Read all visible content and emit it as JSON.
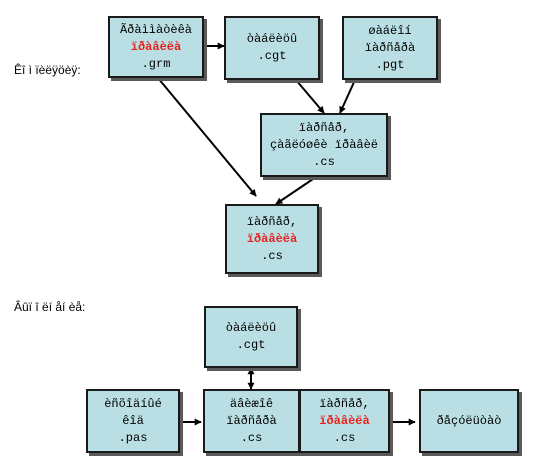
{
  "colors": {
    "box_fill": "#b9dfe4",
    "box_border": "#1a1a1a",
    "shadow": "#5a5a5a",
    "highlight": "#e8231f",
    "arrow": "#000000"
  },
  "sections": {
    "compile_label": "Êî ì ïèëÿöèÿ:",
    "runtime_label": "Âûï î ëí åí èå:"
  },
  "compile": {
    "grammar_file": {
      "line1": "Ãðàììàòèêà",
      "line2": "ïðàâèëà",
      "line3": ".grm"
    },
    "tables_cgt": {
      "line1": "òàáëèöû",
      "line2": ".cgt"
    },
    "template_pgt": {
      "line1": "øàáëîí",
      "line2": "ïàðñåðà",
      "line3": ".pgt"
    },
    "parser_callbacks": {
      "line1": "ïàðñåð,",
      "line2": "çàãëóøêè ïðàâèë",
      "line3": ".cs"
    },
    "parser_rules": {
      "line1": "ïàðñåð,",
      "line2": "ïðàâèëà",
      "line3": ".cs"
    }
  },
  "runtime": {
    "tables_cgt": {
      "line1": "òàáëèöû",
      "line2": ".cgt"
    },
    "source_pas": {
      "line1": "èñõîäíûé",
      "line2": "êîä",
      "line3": ".pas"
    },
    "parser_engine": {
      "line1": "äâèæîê",
      "line2": "ïàðñåðà",
      "line3": ".cs"
    },
    "parser_rules": {
      "line1": "ïàðñåð,",
      "line2": "ïðàâèëà",
      "line3": ".cs"
    },
    "result": {
      "line1": "ðåçóëüòàò"
    }
  }
}
